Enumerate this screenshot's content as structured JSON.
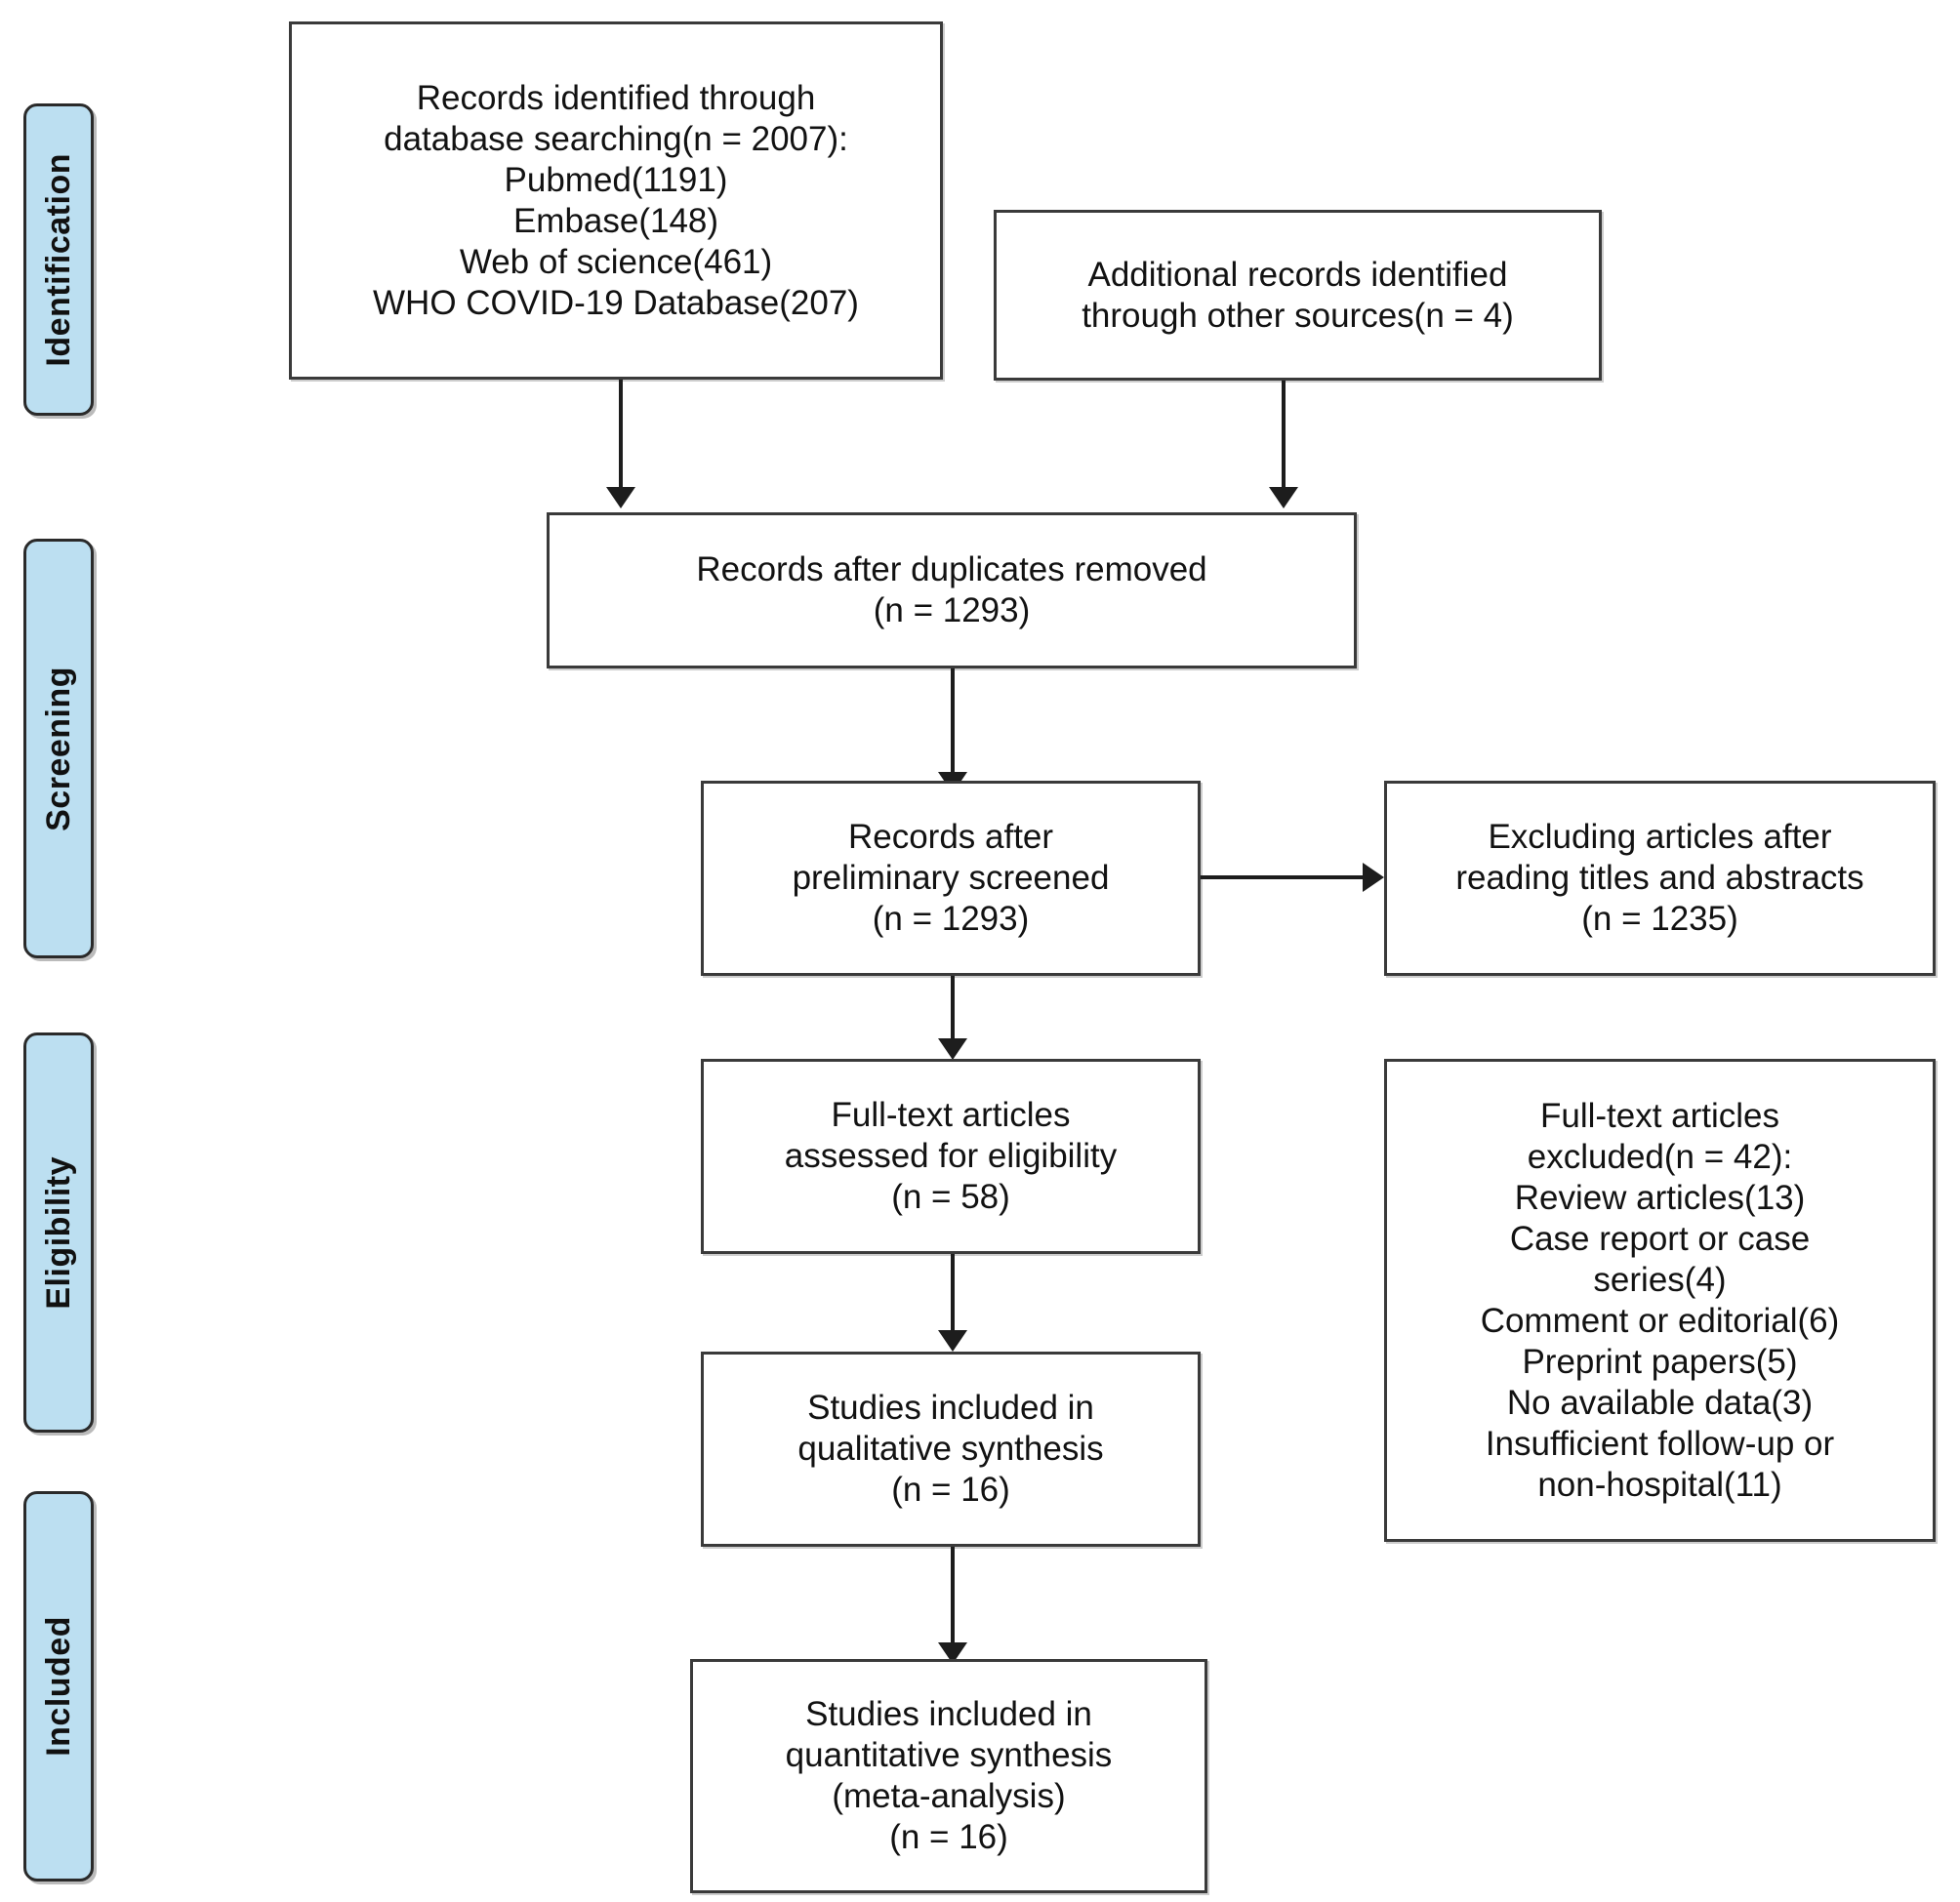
{
  "diagram": {
    "type": "prisma-flow-diagram",
    "stages": [
      {
        "label": "Identification"
      },
      {
        "label": "Screening"
      },
      {
        "label": "Eligibility"
      },
      {
        "label": "Included"
      }
    ],
    "boxes": {
      "identified": {
        "lines": [
          "Records identified through",
          "database searching(n = 2007):",
          "Pubmed(1191)",
          "Embase(148)",
          "Web of science(461)",
          "WHO COVID-19 Database(207)"
        ]
      },
      "additional": {
        "lines": [
          "Additional records identified",
          "through other sources(n = 4)"
        ]
      },
      "duplicates_removed": {
        "lines": [
          "Records after duplicates removed",
          "(n = 1293)"
        ]
      },
      "preliminary_screened": {
        "lines": [
          "Records after",
          "preliminary screened",
          "(n = 1293)"
        ]
      },
      "excluded_titles_abstracts": {
        "lines": [
          "Excluding articles after",
          "reading titles and abstracts",
          "(n = 1235)"
        ]
      },
      "fulltext_assessed": {
        "lines": [
          "Full-text articles",
          "assessed for eligibility",
          "(n = 58)"
        ]
      },
      "fulltext_excluded": {
        "lines": [
          "Full-text articles",
          "excluded(n = 42):",
          "Review articles(13)",
          "Case report or case",
          "series(4)",
          "Comment or editorial(6)",
          "Preprint papers(5)",
          "No available data(3)",
          "Insufficient follow-up or",
          "non-hospital(11)"
        ]
      },
      "qualitative": {
        "lines": [
          "Studies included in",
          "qualitative synthesis",
          "(n = 16)"
        ]
      },
      "quantitative": {
        "lines": [
          "Studies included in",
          "quantitative synthesis",
          "(meta-analysis)",
          "(n = 16)"
        ]
      }
    },
    "colors": {
      "stage_fill": "#bcdff1",
      "stage_border": "#2a2a2a",
      "box_border": "#3a3a3a",
      "connector": "#1d1d1d",
      "text": "#121212",
      "background": "#ffffff"
    }
  }
}
